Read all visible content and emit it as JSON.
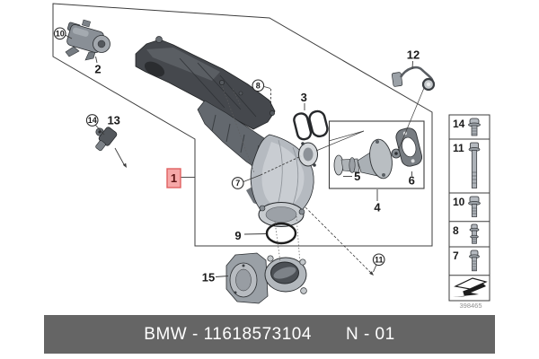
{
  "callouts": {
    "n1": "1",
    "n2": "2",
    "n3": "3",
    "n4": "4",
    "n5": "5",
    "n6": "6",
    "n7": "7",
    "n8": "8",
    "n9": "9",
    "n10": "10",
    "n11": "11",
    "n12": "12",
    "n13": "13",
    "n14": "14",
    "n15": "15"
  },
  "sidebar": {
    "items": [
      {
        "label": "14",
        "icon": "flange-bolt-short"
      },
      {
        "label": "11",
        "icon": "flange-bolt-long"
      },
      {
        "label": "10",
        "icon": "flange-bolt-medium"
      },
      {
        "label": "8",
        "icon": "stud-bolt"
      },
      {
        "label": "7",
        "icon": "flange-screw"
      }
    ],
    "direction_icon": "view-direction-arrow",
    "footnote": "398465"
  },
  "footer": {
    "part_number": "BMW - 11618573104",
    "sheet": "N - 01"
  },
  "colors": {
    "highlight_fill": "#f6a8a8",
    "highlight_border": "#e06060",
    "bar_bg": "#656565",
    "bar_text": "#ffffff",
    "line": "#3c3c3c"
  }
}
